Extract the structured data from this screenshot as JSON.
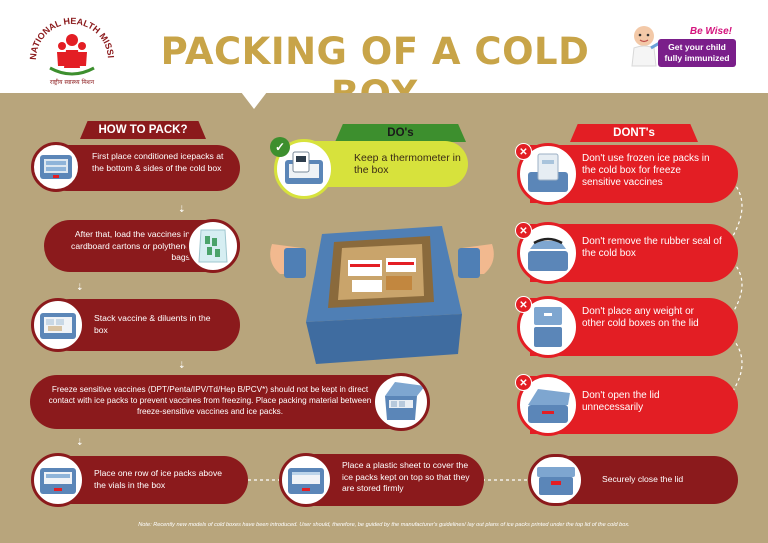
{
  "header": {
    "logo_text": "NATIONAL HEALTH MISSION",
    "logo_subtext": "राष्ट्रीय स्वास्थ्य मिशन",
    "title": "PACKING OF A COLD BOX",
    "badge_top": "Be Wise!",
    "badge_line1": "Get your child",
    "badge_line2": "fully immunized"
  },
  "how": {
    "tag": "HOW TO PACK?",
    "steps": [
      "First place conditioned icepacks at the bottom & sides of the cold box",
      "After that, load the vaccines in cardboard cartons or polythene bags",
      "Stack vaccine & diluents in the box",
      "Freeze sensitive vaccines (DPT/Penta/IPV/Td/Hep B/PCV*) should not be kept in direct contact with ice packs to prevent vaccines from freezing. Place packing material between freeze-sensitive vaccines and ice packs.",
      "Place one row of ice packs above the vials in the box",
      "Place a plastic sheet to cover the ice packs kept on top so that they are stored firmly",
      "Securely close the lid"
    ]
  },
  "dos": {
    "tag": "DO's",
    "items": [
      "Keep a thermometer in the box"
    ]
  },
  "donts": {
    "tag": "DONT's",
    "items": [
      "Don't use frozen ice packs in the cold box for freeze sensitive vaccines",
      "Don't remove the rubber seal of the cold box",
      "Don't place any weight or other cold boxes on the lid",
      "Don't open the lid unnecessarily"
    ]
  },
  "note": "Note: Recently new models of cold boxes have been introduced. User should, therefore, be guided by the manufacturer's guidelines/ lay out plans of ice packs printed under the top lid of the cold box.",
  "colors": {
    "panel": "#b8a57c",
    "how_dark_red": "#8b1a1c",
    "do_green": "#3d8f2e",
    "do_yellow": "#d7e23c",
    "dont_red": "#e31e24",
    "title_gold": "#c8a448"
  }
}
